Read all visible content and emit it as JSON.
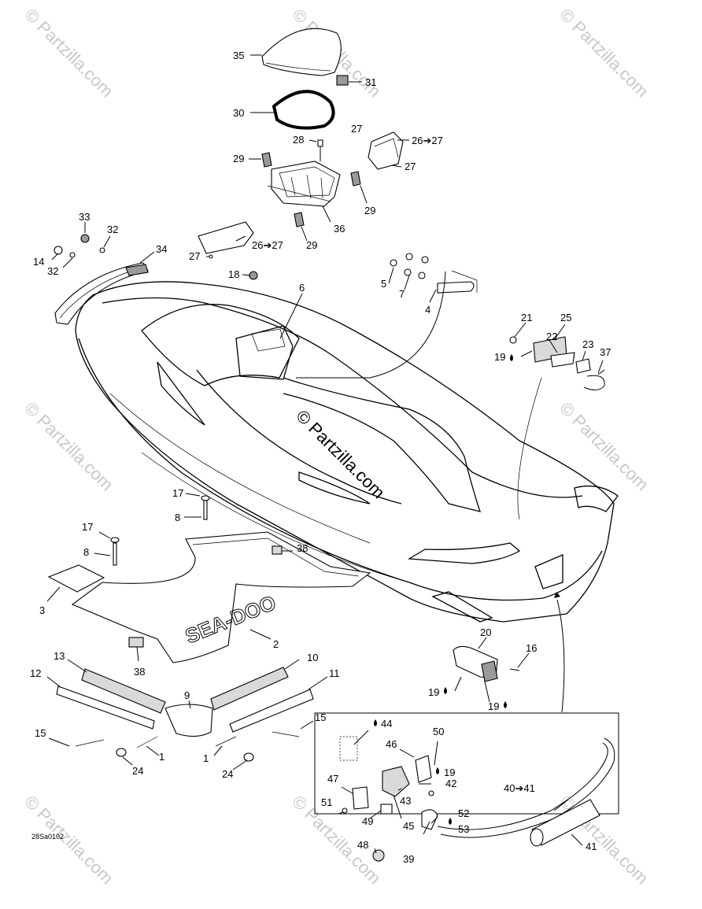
{
  "watermark": "© Partzilla.com",
  "figure_code": "28Sa0102",
  "brand_text": "SEA-DOO",
  "labels": {
    "l35": "35",
    "l31": "31",
    "l30": "30",
    "l28": "28",
    "l27a": "27",
    "l26a": "26➔27",
    "l27b": "27",
    "l29a": "29",
    "l29b": "29",
    "l29c": "29",
    "l36": "36",
    "l33": "33",
    "l32a": "32",
    "l14": "14",
    "l32b": "32",
    "l34": "34",
    "l27c": "27",
    "l26b": "26➔27",
    "l18": "18",
    "l6": "6",
    "l5": "5",
    "l7": "7",
    "l4": "4",
    "l21": "21",
    "l25": "25",
    "l22": "22",
    "l23": "23",
    "l37": "37",
    "l19a": "19",
    "l17a": "17",
    "l8a": "8",
    "l17b": "17",
    "l8b": "8",
    "l38a": "38",
    "l3": "3",
    "l2": "2",
    "l38b": "38",
    "l13": "13",
    "l12": "12",
    "l10": "10",
    "l11": "11",
    "l9": "9",
    "l15a": "15",
    "l15b": "15",
    "l1a": "1",
    "l1b": "1",
    "l24a": "24",
    "l24b": "24",
    "l20": "20",
    "l16": "16",
    "l19b": "19",
    "l19c": "19",
    "l44": "44",
    "l50": "50",
    "l46": "46",
    "l19d": "19",
    "l42": "42",
    "l47": "47",
    "l43": "43",
    "l51": "51",
    "l49": "49",
    "l45": "45",
    "l52": "52",
    "l53": "53",
    "l39": "39",
    "l48": "48",
    "l40": "40➔41",
    "l41": "41"
  }
}
